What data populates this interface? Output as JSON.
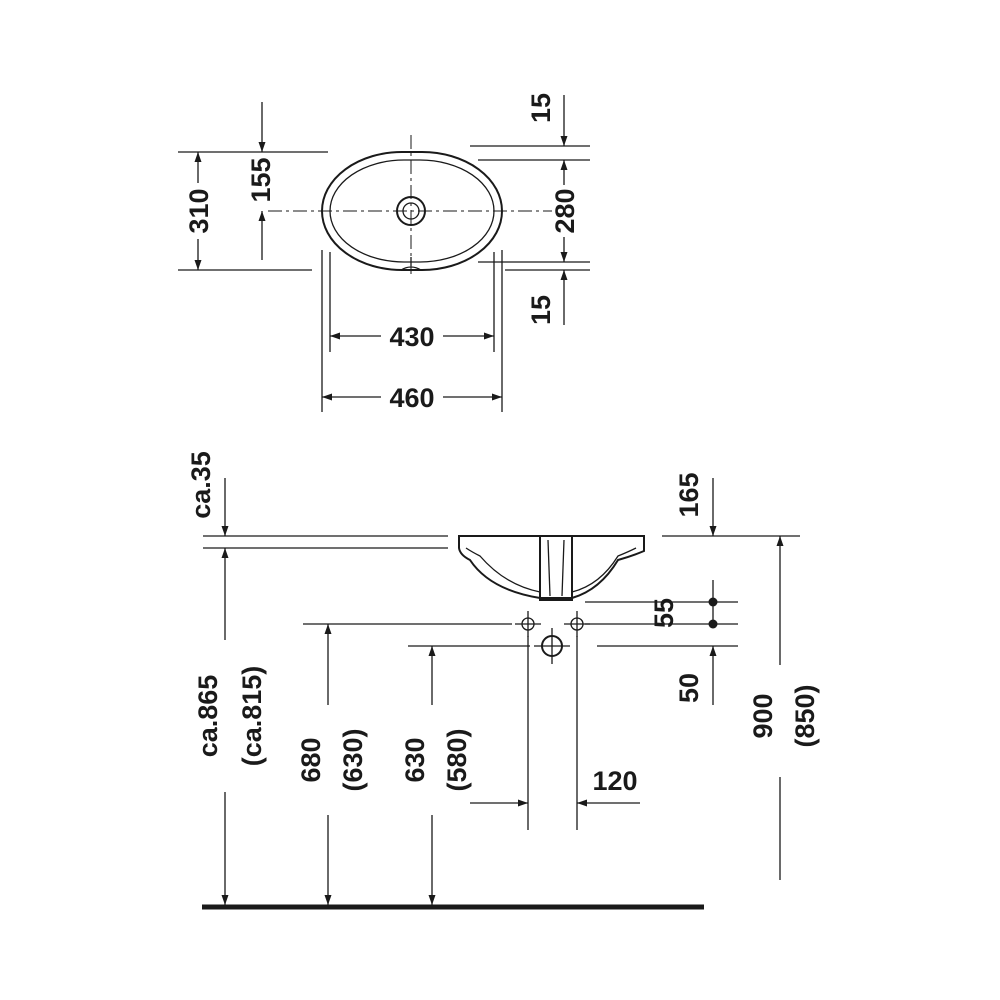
{
  "diagram": {
    "plan_view": {
      "height_outer": "310",
      "height_half": "155",
      "height_inner": "280",
      "rim_top": "15",
      "rim_bottom": "15",
      "width_inner": "430",
      "width_outer": "460"
    },
    "section_view": {
      "top_offset": "ca.35",
      "faucet_offset": "165",
      "floor_to_rim": "ca.865",
      "floor_to_rim_alt": "(ca.815)",
      "floor_to_supply": "680",
      "floor_to_supply_alt": "(630)",
      "floor_to_drain": "630",
      "floor_to_drain_alt": "(580)",
      "supply_drop": "55",
      "drain_drop": "50",
      "supply_spacing": "120",
      "counter_height": "900",
      "counter_height_alt": "(850)"
    }
  }
}
